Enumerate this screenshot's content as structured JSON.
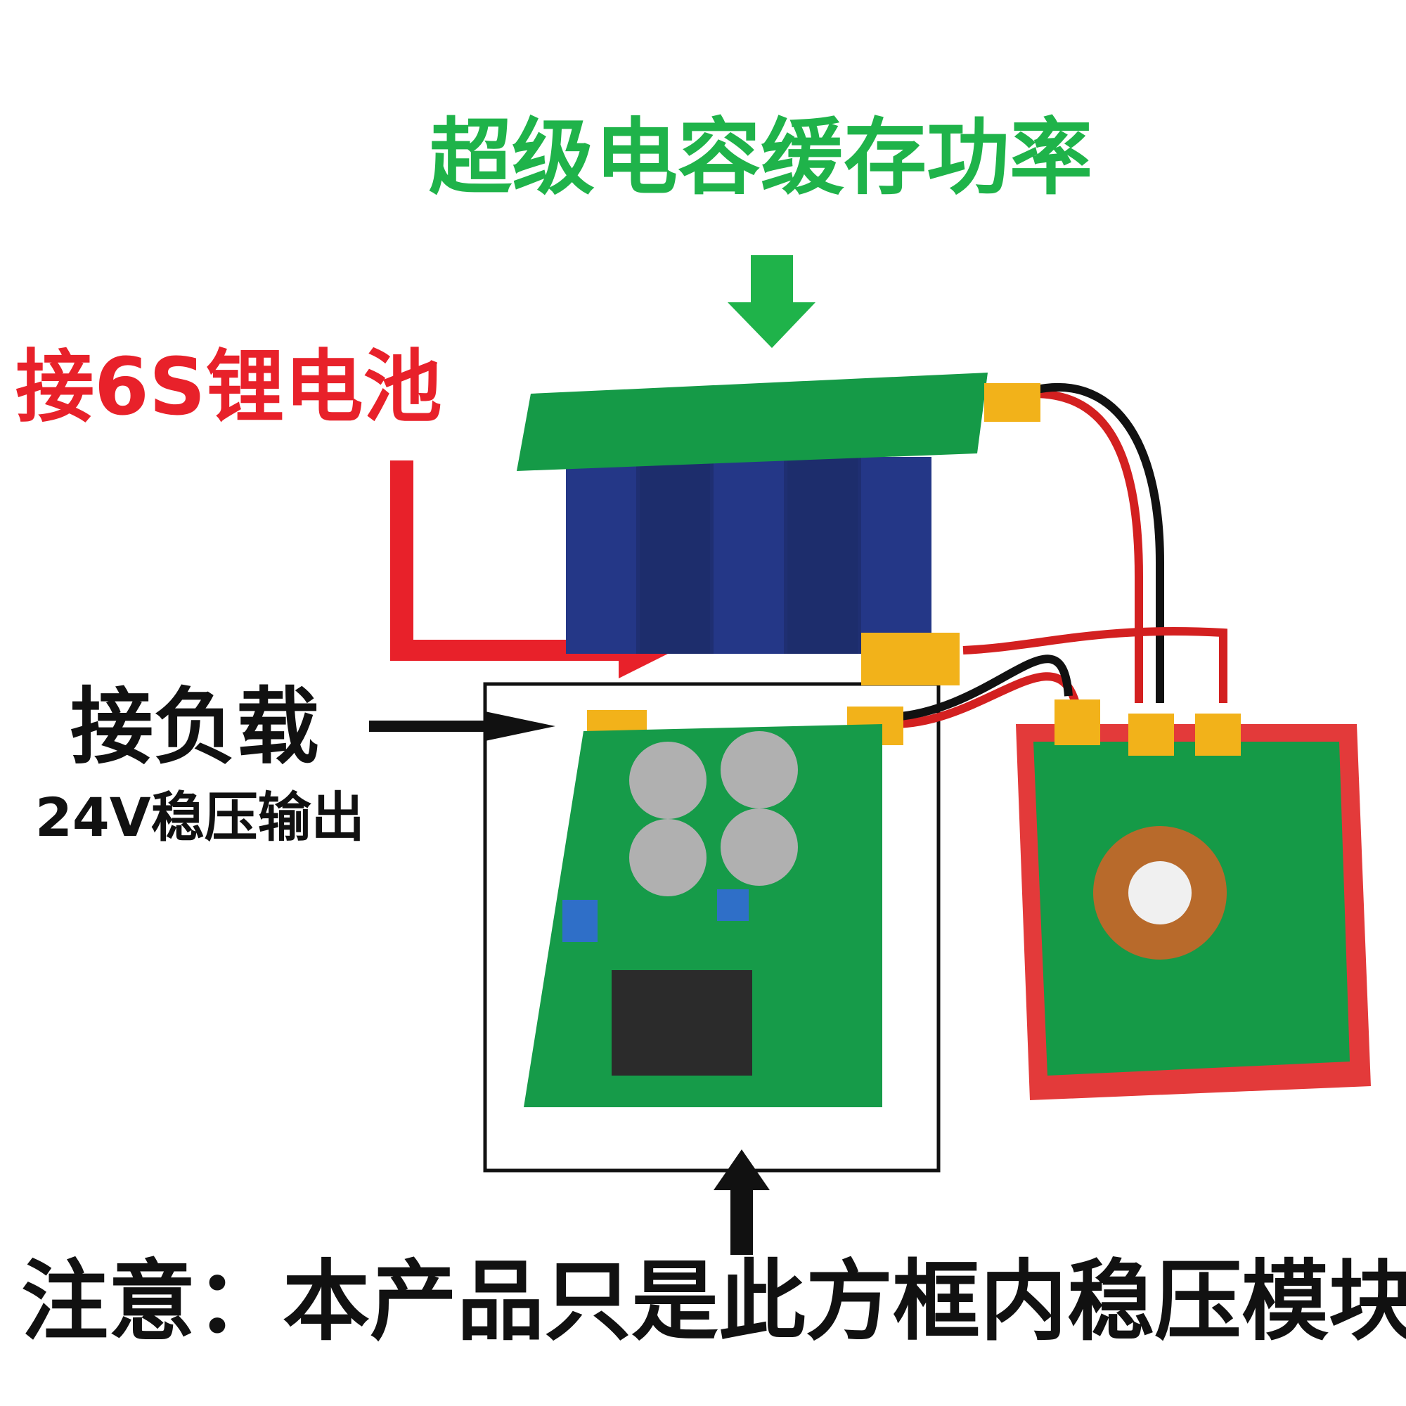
{
  "labels": {
    "top_title": "超级电容缓存功率",
    "battery": "接6S锂电池",
    "load": "接负载",
    "output": "24V稳压输出",
    "note": "注意：本产品只是此方框内稳压模块"
  },
  "colors": {
    "green": "#1fb34a",
    "red": "#e8212a",
    "black": "#111111",
    "pcb_green": "#159a47",
    "capacitor_blue": "#1f2f72",
    "connector_yellow": "#f2b21a",
    "enclosure_red": "#e33a3a"
  },
  "icons": [
    "arrow-down-icon",
    "arrow-right-icon",
    "arrow-up-icon"
  ]
}
